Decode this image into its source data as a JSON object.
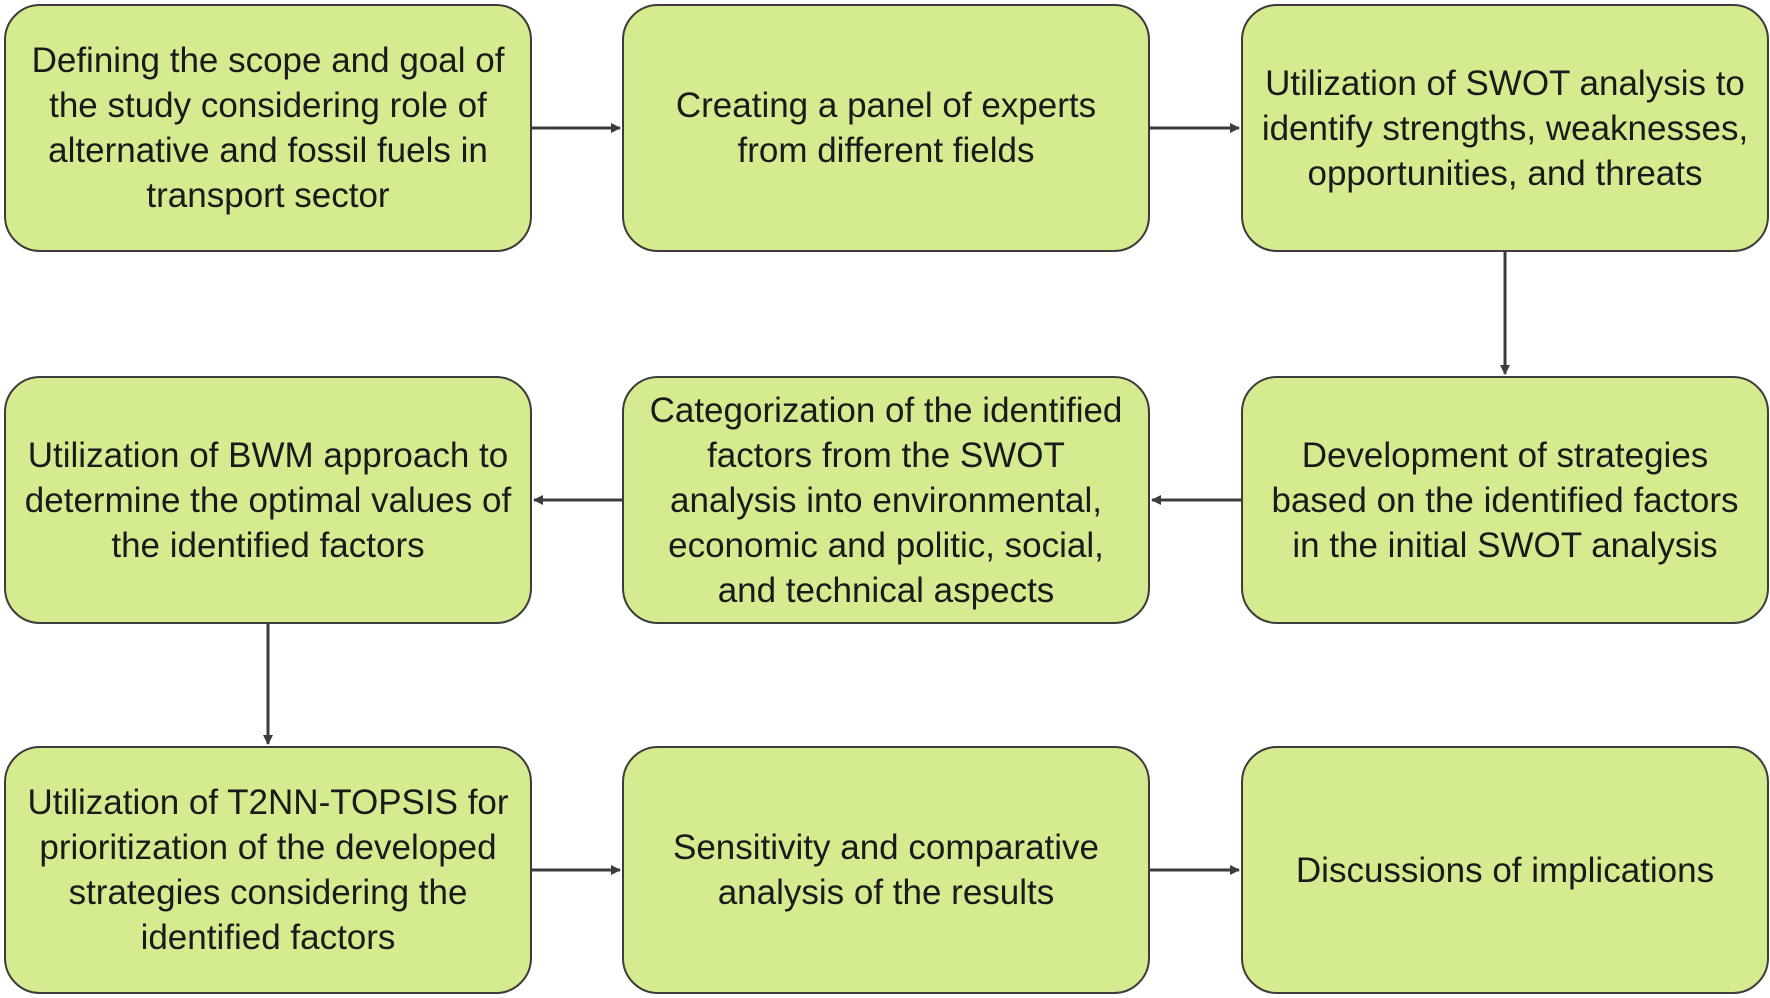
{
  "steps": [
    {
      "id": "scope",
      "text": "Defining the scope and goal of\nthe study considering role of\nalternative and fossil fuels in\ntransport sector"
    },
    {
      "id": "panel",
      "text": "Creating a panel of experts\nfrom different fields"
    },
    {
      "id": "swot",
      "text": "Utilization of SWOT analysis to\nidentify strengths, weaknesses,\nopportunities, and threats"
    },
    {
      "id": "strategies",
      "text": "Development of strategies\nbased on the identified factors\nin the initial SWOT analysis"
    },
    {
      "id": "categorization",
      "text": "Categorization of the identified\nfactors from the SWOT\nanalysis into environmental,\neconomic and politic, social,\nand technical aspects"
    },
    {
      "id": "bwm",
      "text": "Utilization of BWM approach to\ndetermine the optimal values of\nthe identified factors"
    },
    {
      "id": "topsis",
      "text": "Utilization of T2NN-TOPSIS for\nprioritization of the developed\nstrategies considering the\nidentified factors"
    },
    {
      "id": "sensitivity",
      "text": "Sensitivity and comparative\nanalysis of the results"
    },
    {
      "id": "discussion",
      "text": "Discussions of implications"
    }
  ],
  "colors": {
    "box_fill": "#d5eb8f",
    "box_border": "#3c3c3c",
    "arrow": "#3c3c3c",
    "text": "#1a1a1a"
  }
}
